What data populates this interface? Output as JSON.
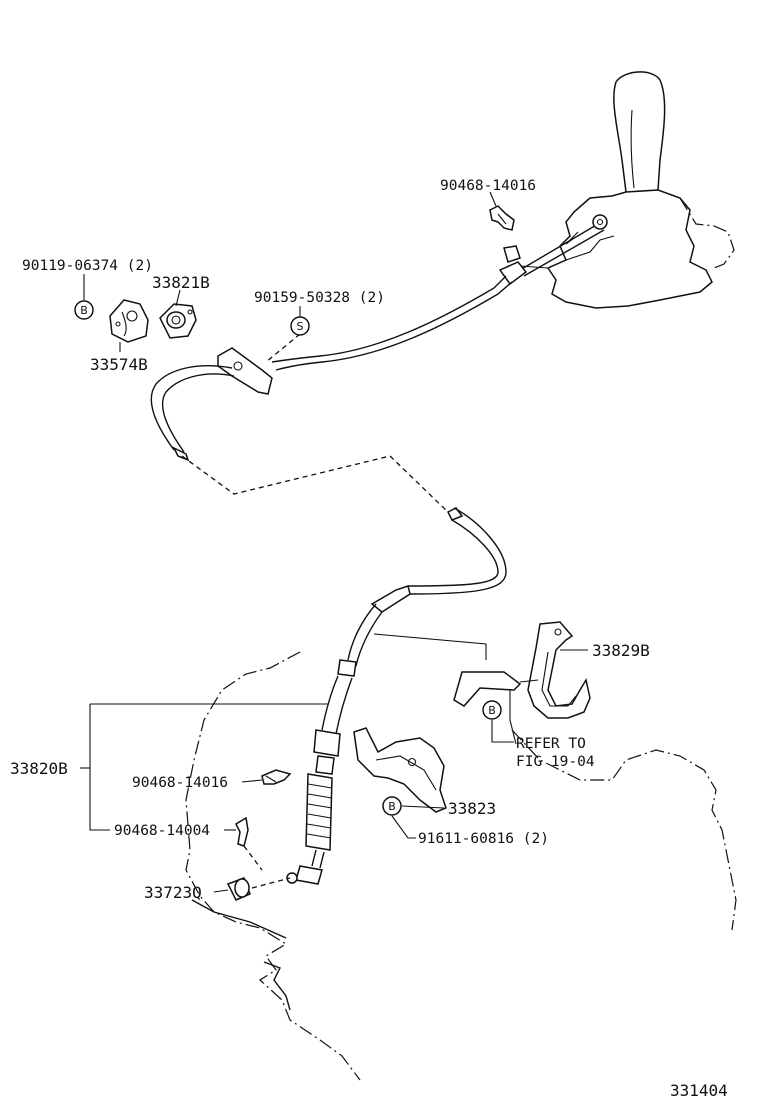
{
  "labels": {
    "p_90468_14016_top": "90468-14016",
    "p_90119_06374": "90119-06374 (2)",
    "p_33821B": "33821B",
    "p_90159_50328": "90159-50328 (2)",
    "p_33574B": "33574B",
    "p_33829B": "33829B",
    "refer_line1": "REFER TO",
    "refer_line2": "FIG 19-04",
    "p_33820B": "33820B",
    "p_90468_14016_low": "90468-14016",
    "p_90468_14004": "90468-14004",
    "p_33823": "33823",
    "p_91611_60816": "91611-60816 (2)",
    "p_33723Q": "33723Q",
    "figure_number": "331404"
  },
  "markers": {
    "b1": "B",
    "s1": "S",
    "b2": "B",
    "b3": "B"
  }
}
